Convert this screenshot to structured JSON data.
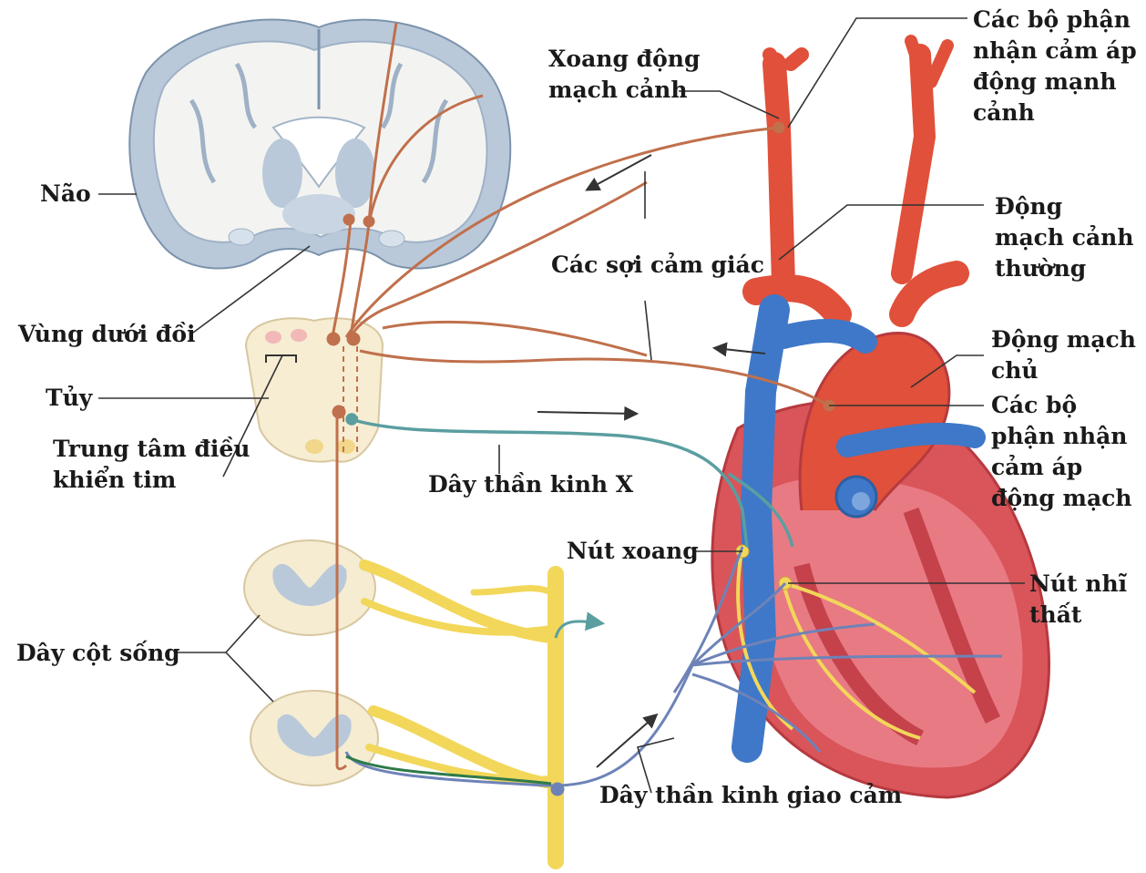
{
  "labels": {
    "nao": "Não",
    "vung_duoi_doi": "Vùng dưới đồi",
    "tuy": "Tủy",
    "trung_tam_1": "Trung tâm điều",
    "trung_tam_2": "khiển tim",
    "day_cot_song": "Dây cột sống",
    "xoang_1": "Xoang động",
    "xoang_2": "mạch cảnh",
    "bp_canh_1": "Các bộ phận",
    "bp_canh_2": "nhận cảm áp",
    "bp_canh_3": "động mạnh",
    "bp_canh_4": "cảnh",
    "cac_soi": "Các sợi cảm giác",
    "dm_canh_1": "Động",
    "dm_canh_2": "mạch cảnh",
    "dm_canh_3": "thường",
    "dm_chu_1": "Động mạch",
    "dm_chu_2": "chủ",
    "bp_dm_1": "Các bộ",
    "bp_dm_2": "phận nhận",
    "bp_dm_3": "cảm áp",
    "bp_dm_4": "động mạch",
    "day_x": "Dây thần kinh X",
    "nut_xoang": "Nút xoang",
    "nut_nhi_1": "Nút nhĩ",
    "nut_nhi_2": "thất",
    "giao_cam": "Dây thần kinh giao cảm"
  },
  "colors": {
    "sensory_nerve": "#c0704c",
    "vagus_nerve": "#5a9ea0",
    "sympathetic_nerve": "#6d83b8",
    "spinal_cord": "#f2e6a6",
    "yellow_nerve": "#f2d75a",
    "artery": "#e0503a",
    "vein": "#3f78c8",
    "brain": "#b5c6d8"
  },
  "icons": [
    "brain-section",
    "medulla-section",
    "spinal-segment",
    "heart-cutaway",
    "arrow"
  ]
}
